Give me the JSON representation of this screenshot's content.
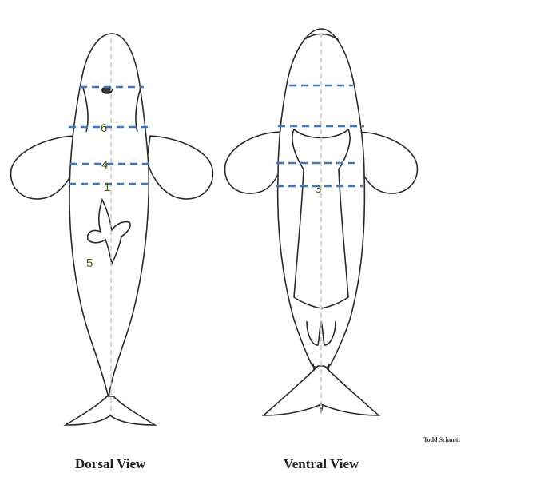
{
  "views": {
    "dorsal": {
      "caption": "Dorsal View"
    },
    "ventral": {
      "caption": "Ventral View"
    }
  },
  "credit": "Todd Schmitt",
  "markers": {
    "dorsal": [
      "6",
      "4",
      "1",
      "5"
    ],
    "ventral": [
      "3"
    ]
  },
  "colors": {
    "outline": "#2a2a2a",
    "dash_line": "#3a78c9",
    "number": "#4a5e1c",
    "midline": "#c8c8c8"
  }
}
